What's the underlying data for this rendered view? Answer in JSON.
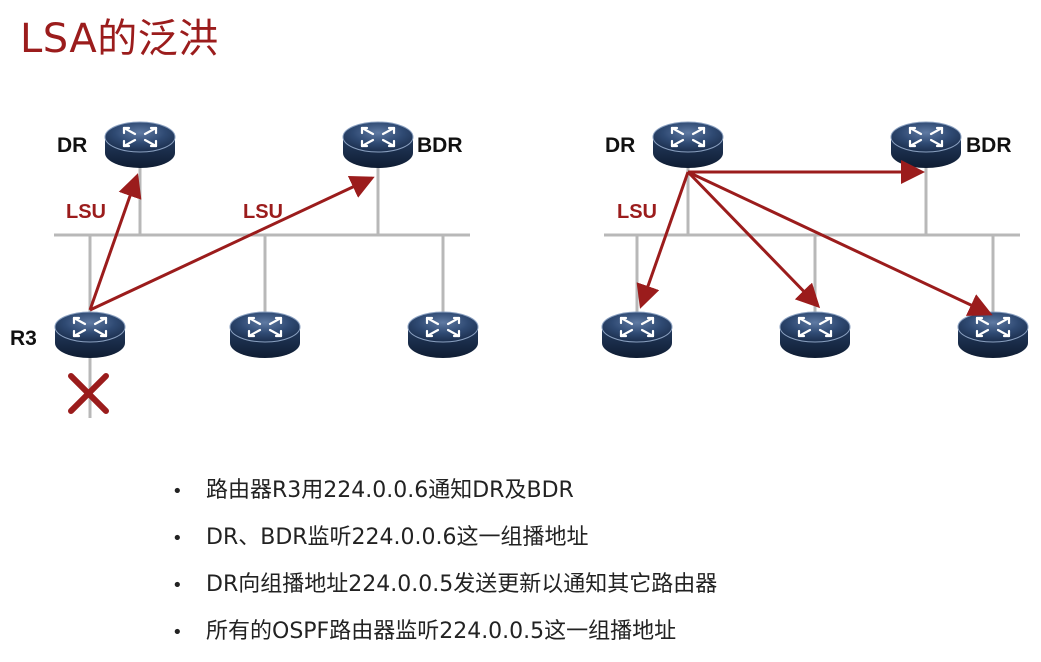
{
  "title": "LSA的泛洪",
  "left_diagram": {
    "dr_label": "DR",
    "bdr_label": "BDR",
    "r3_label": "R3",
    "lsu_label_1": "LSU",
    "lsu_label_2": "LSU"
  },
  "right_diagram": {
    "dr_label": "DR",
    "bdr_label": "BDR",
    "lsu_label": "LSU"
  },
  "bullets": [
    "路由器R3用224.0.0.6通知DR及BDR",
    "DR、BDR监听224.0.0.6这一组播地址",
    "DR向组播地址224.0.0.5发送更新以通知其它路由器",
    "所有的OSPF路由器监听224.0.0.5这一组播地址"
  ],
  "bullet_symbol": "•",
  "colors": {
    "title": "#9b1c1c",
    "arrow": "#9b1c1c",
    "router_body": "#1f3556",
    "bus": "#b8b8b8"
  },
  "icons": [
    "router-icon",
    "failure-x-icon",
    "arrow"
  ]
}
